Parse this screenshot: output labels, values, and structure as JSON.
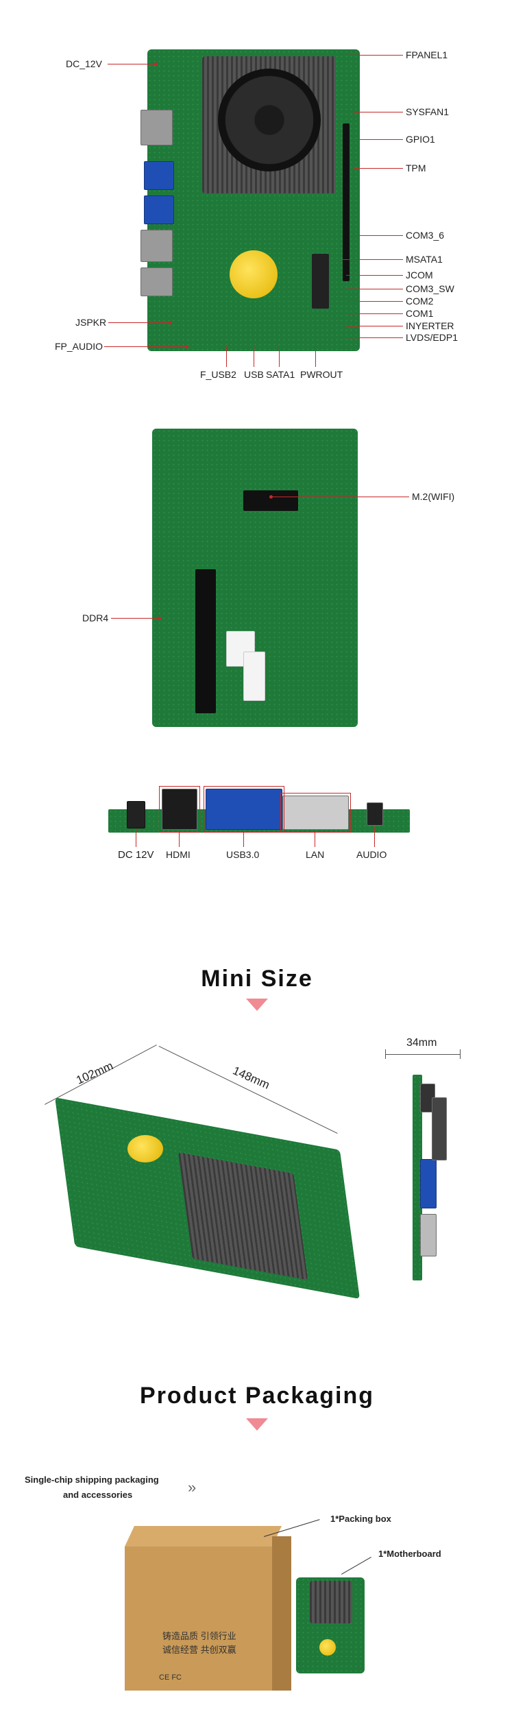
{
  "top_labels": {
    "dc_12v": "DC_12V",
    "fpanel1": "FPANEL1",
    "sysfan1": "SYSFAN1",
    "gpio1": "GPIO1",
    "tpm": "TPM",
    "com3_6": "COM3_6",
    "msata1": "MSATA1",
    "jcom": "JCOM",
    "com3_sw": "COM3_SW",
    "com2": "COM2",
    "com1": "COM1",
    "inyerter": "INYERTER",
    "lvds_edp1": "LVDS/EDP1",
    "jspkr": "JSPKR",
    "fp_audio": "FP_AUDIO",
    "f_usb2": "F_USB2",
    "usb": "USB",
    "sata1": "SATA1",
    "pwrout": "PWROUT"
  },
  "back_labels": {
    "m2_wifi": "M.2(WIFI)",
    "ddr4": "DDR4"
  },
  "io_labels": {
    "dc_12v": "DC 12V",
    "hdmi": "HDMI",
    "usb30": "USB3.0",
    "lan": "LAN",
    "audio": "AUDIO"
  },
  "mini_size": {
    "heading": "Mini Size",
    "width_label": "102mm",
    "length_label": "148mm",
    "height_label": "34mm"
  },
  "packaging": {
    "heading": "Product Packaging",
    "intro_line1": "Single-chip shipping packaging",
    "intro_line2": "and accessories",
    "chevrons": "»",
    "packing_box": "1*Packing box",
    "motherboard": "1*Motherboard",
    "box_text_line1": "铸造品质  引领行业",
    "box_text_line2": "诚信经营  共创双赢",
    "box_cert": "CE FC"
  },
  "colors": {
    "callout": "#c62828",
    "accent": "#f08a93",
    "pcb": "#1f7a3a"
  }
}
